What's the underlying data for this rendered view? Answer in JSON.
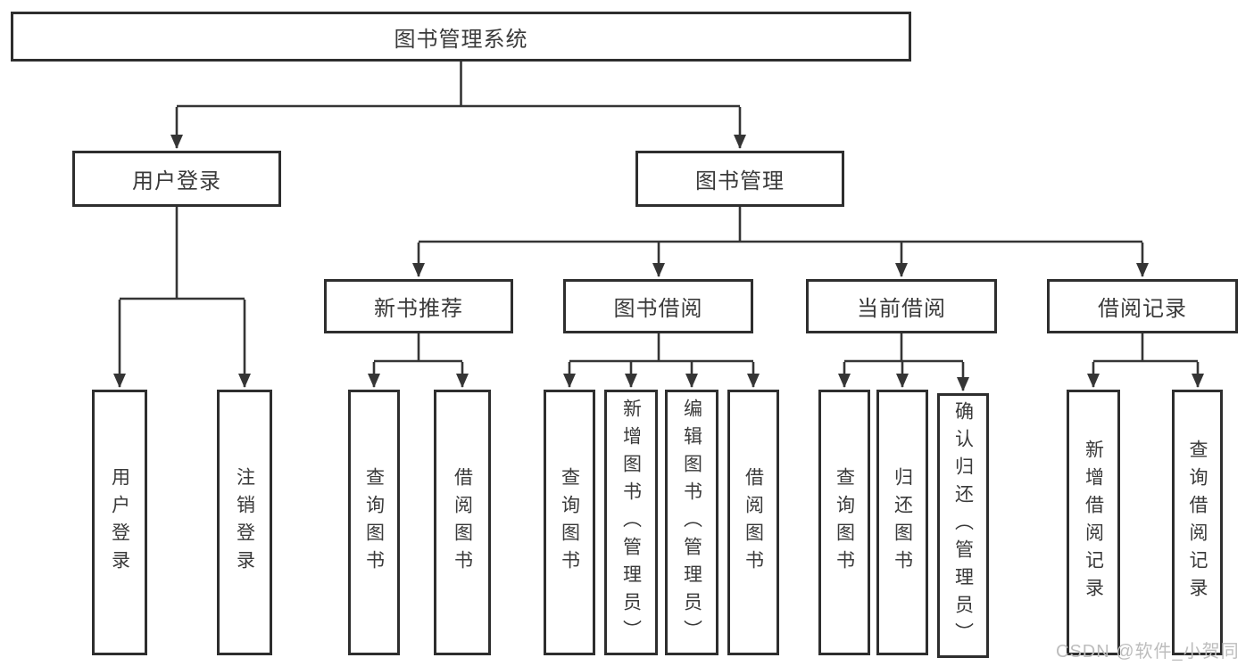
{
  "colors": {
    "line": "#353535",
    "box_border": "#2e2e2e",
    "text": "#3a3a3a",
    "watermark": "#bdbdbd",
    "background": "#ffffff"
  },
  "tree": {
    "root": {
      "label": "图书管理系统",
      "children": [
        {
          "label": "用户登录",
          "children": [
            {
              "label": "用户登录"
            },
            {
              "label": "注销登录"
            }
          ]
        },
        {
          "label": "图书管理",
          "children": [
            {
              "label": "新书推荐",
              "children": [
                {
                  "label": "查询图书"
                },
                {
                  "label": "借阅图书"
                }
              ]
            },
            {
              "label": "图书借阅",
              "children": [
                {
                  "label": "查询图书"
                },
                {
                  "label": "新增图书（管理员）"
                },
                {
                  "label": "编辑图书（管理员）"
                },
                {
                  "label": "借阅图书"
                }
              ]
            },
            {
              "label": "当前借阅",
              "children": [
                {
                  "label": "查询图书"
                },
                {
                  "label": "归还图书"
                },
                {
                  "label": "确认归还（管理员）"
                }
              ]
            },
            {
              "label": "借阅记录",
              "children": [
                {
                  "label": "新增借阅记录"
                },
                {
                  "label": "查询借阅记录"
                }
              ]
            }
          ]
        }
      ]
    }
  },
  "watermark": {
    "text": "CSDN @软件_小贺同学"
  }
}
